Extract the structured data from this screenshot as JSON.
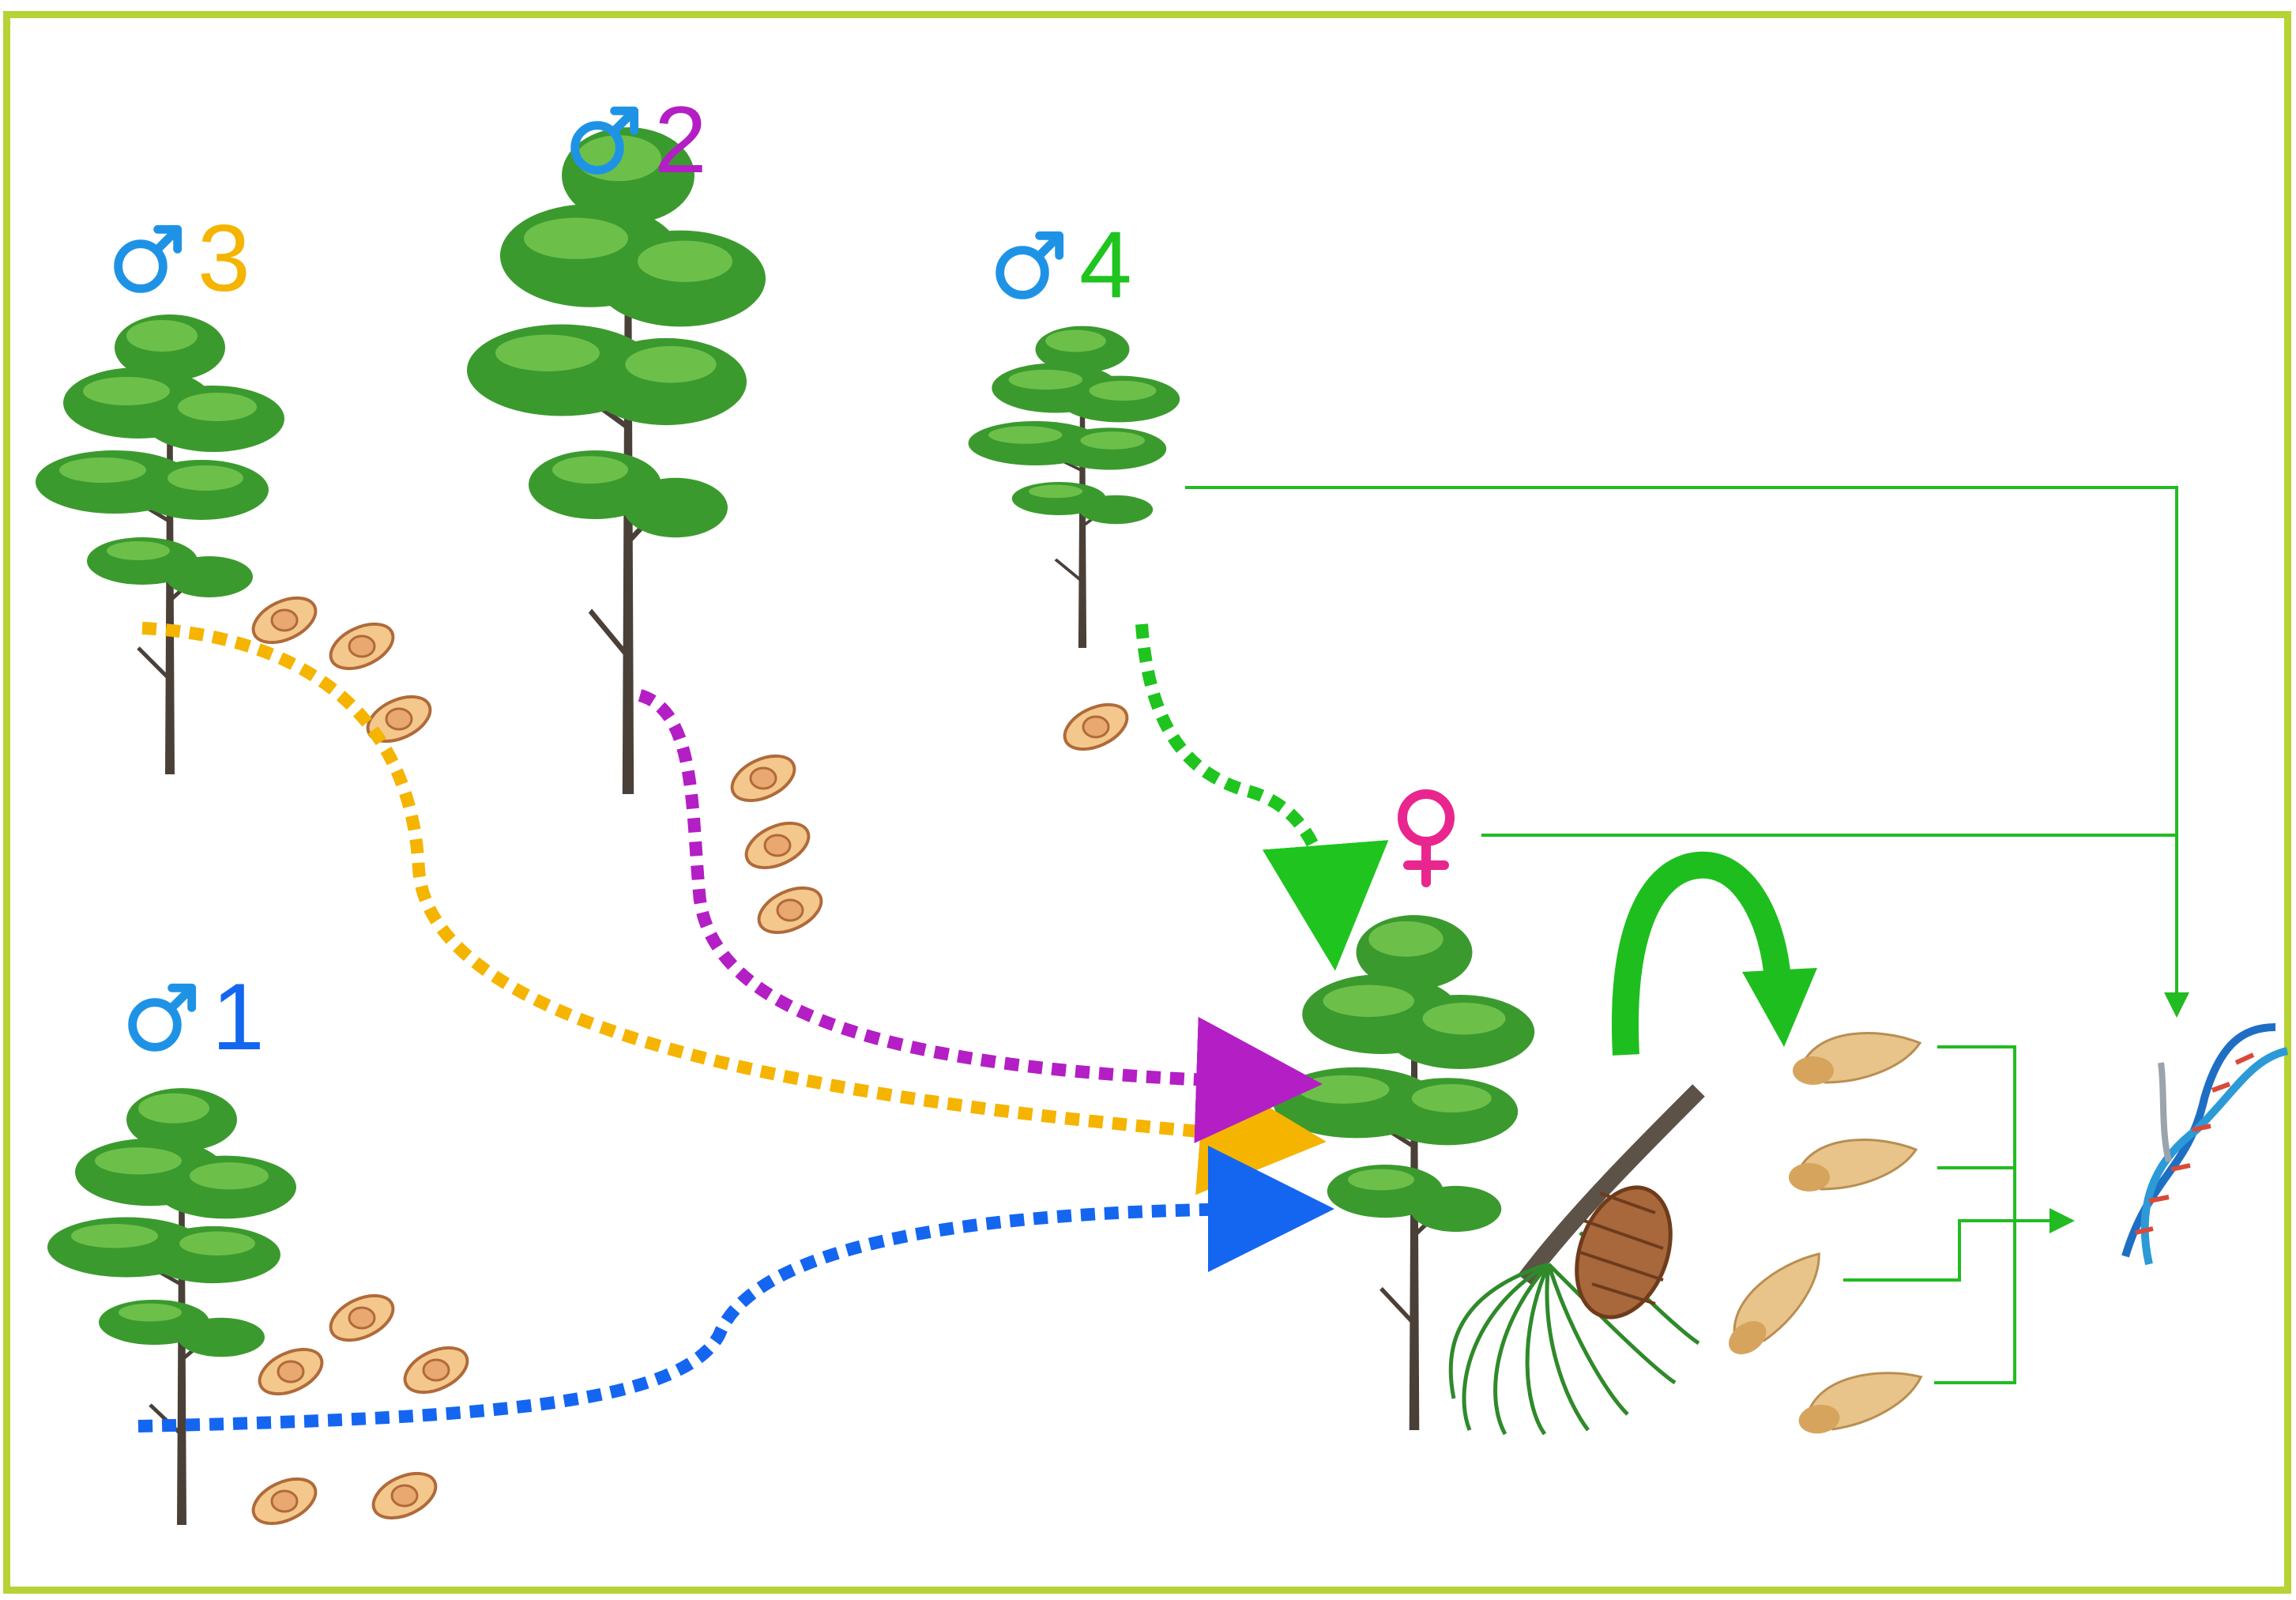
{
  "colors": {
    "frame": "#b5d334",
    "male_symbol": "#1e93e6",
    "female_symbol": "#e8268e",
    "tree1": "#1466f0",
    "tree2": "#b31fc4",
    "tree3": "#f5b400",
    "tree4": "#1fc41f",
    "genotype_lines": "#22bb22"
  },
  "trees": [
    {
      "id": "1",
      "sex_icon": "male-symbol-icon",
      "number": "1",
      "color_key": "tree1"
    },
    {
      "id": "2",
      "sex_icon": "male-symbol-icon",
      "number": "2",
      "color_key": "tree2"
    },
    {
      "id": "3",
      "sex_icon": "male-symbol-icon",
      "number": "3",
      "color_key": "tree3"
    },
    {
      "id": "4",
      "sex_icon": "male-symbol-icon",
      "number": "4",
      "color_key": "tree4"
    },
    {
      "id": "mother",
      "sex_icon": "female-symbol-icon"
    }
  ],
  "icons": [
    "pine-tree-icon",
    "pollen-grain-icon",
    "pine-cone-branch-icon",
    "winged-seed-icon",
    "dna-helix-icon",
    "curved-arrow-icon"
  ]
}
